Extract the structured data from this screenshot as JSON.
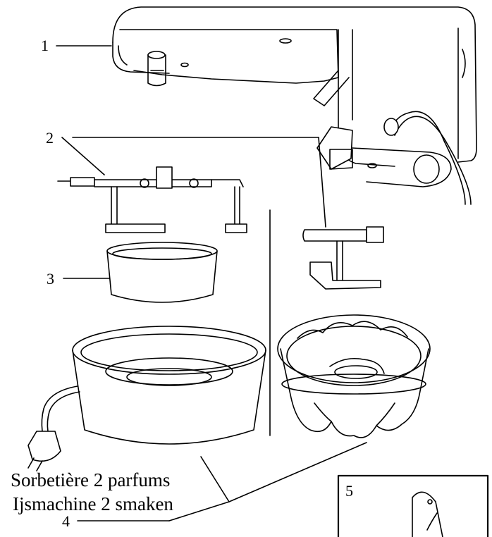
{
  "callouts": {
    "c1": "1",
    "c2": "2",
    "c3": "3",
    "c4": "4",
    "c5": "5"
  },
  "caption": {
    "line1": "Sorbetière 2 parfums",
    "line2": "Ijsmachine 2 smaken"
  }
}
